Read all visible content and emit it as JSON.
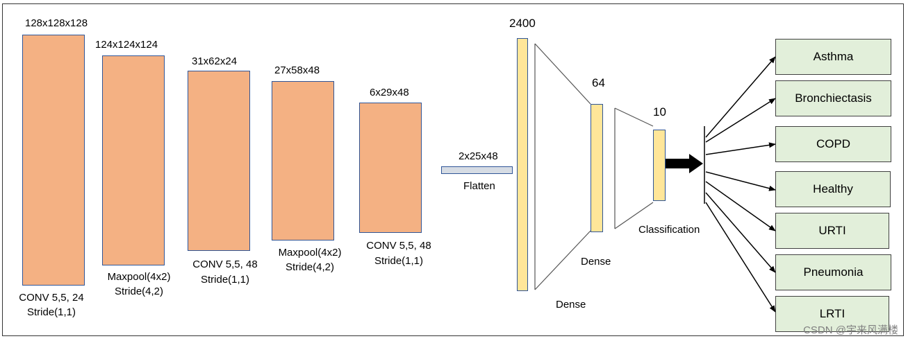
{
  "layers": [
    {
      "dims": "128x128x128",
      "caption_lines": [
        "CONV 5,5, 24",
        "Stride(1,1)"
      ]
    },
    {
      "dims": "124x124x124",
      "caption_lines": [
        "Maxpool(4x2)",
        "Stride(4,2)"
      ]
    },
    {
      "dims": "31x62x24",
      "caption_lines": [
        "CONV 5,5, 48",
        "Stride(1,1)"
      ]
    },
    {
      "dims": "27x58x48",
      "caption_lines": [
        "Maxpool(4x2)",
        "Stride(4,2)"
      ]
    },
    {
      "dims": "6x29x48",
      "caption_lines": [
        "CONV 5,5, 48",
        "Stride(1,1)"
      ]
    }
  ],
  "flatten": {
    "dims": "2x25x48",
    "label": "Flatten"
  },
  "dense": [
    {
      "size": "2400",
      "label": "Dense"
    },
    {
      "size": "64",
      "label": "Dense"
    }
  ],
  "output": {
    "size": "10",
    "label": "Classification"
  },
  "classes": [
    "Asthma",
    "Bronchiectasis",
    "COPD",
    "Healthy",
    "URTI",
    "Pneumonia",
    "LRTI"
  ],
  "watermark": "CSDN @宇来风满楼",
  "colors": {
    "conv_fill": "#f4b183",
    "dense_fill": "#ffe699",
    "flatten_fill": "#d6dce4",
    "class_fill": "#e2efda",
    "outline": "#2f5597"
  }
}
